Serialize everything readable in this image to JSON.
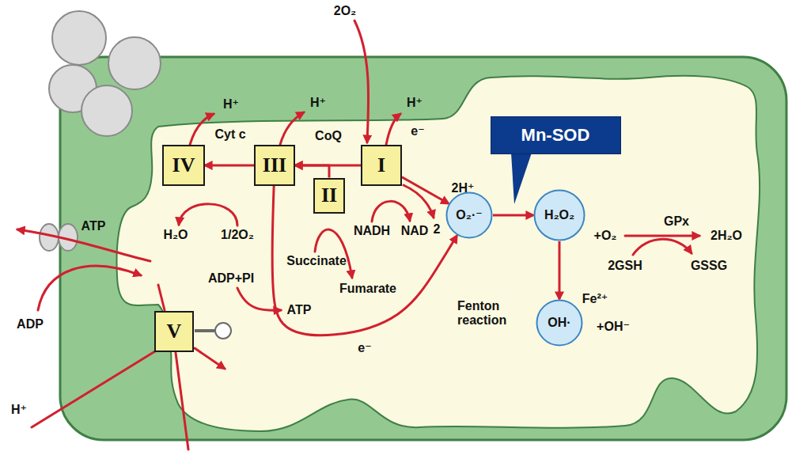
{
  "diagram": {
    "nodes": [
      {
        "text": [
          "Mn-SOD"
        ]
      },
      {
        "text": [
          "IV"
        ]
      },
      {
        "text": [
          "III"
        ]
      },
      {
        "text": [
          "I"
        ]
      },
      {
        "text": [
          "II"
        ]
      },
      {
        "text": [
          "O₂·⁻"
        ]
      },
      {
        "text": [
          "H₂O₂"
        ]
      },
      {
        "text": [
          "V"
        ]
      },
      {
        "text": [
          "OH·"
        ]
      }
    ],
    "edges": [
      {
        "from": 3,
        "to": 2,
        "arrow": "to"
      },
      {
        "from": 4,
        "to": 2,
        "arrow": "to"
      },
      {
        "from": 2,
        "to": 1,
        "arrow": "to"
      },
      {
        "from": 3,
        "to": 5,
        "arrow": "to"
      },
      {
        "from": 2,
        "to": 5,
        "arrow": "to"
      },
      {
        "from": 5,
        "to": 6,
        "arrow": "to"
      },
      {
        "from": 6,
        "to": 8,
        "arrow": "to"
      }
    ],
    "labels": [
      "2O₂",
      "H⁺",
      "H⁺",
      "H⁺",
      "Cyt c",
      "CoQ",
      "e⁻",
      "2H⁺",
      "ATP",
      "H₂O",
      "1/2O₂",
      "NADH",
      "NAD",
      "2",
      "+O₂",
      "GPx",
      "2H₂O",
      "Succinate",
      "2GSH",
      "GSSG",
      "ADP+PI",
      "Fumarate",
      "Fenton reaction",
      "Fe²⁺",
      "ADP",
      "ATP",
      "e⁻",
      "+OH⁻",
      "H⁺"
    ]
  }
}
